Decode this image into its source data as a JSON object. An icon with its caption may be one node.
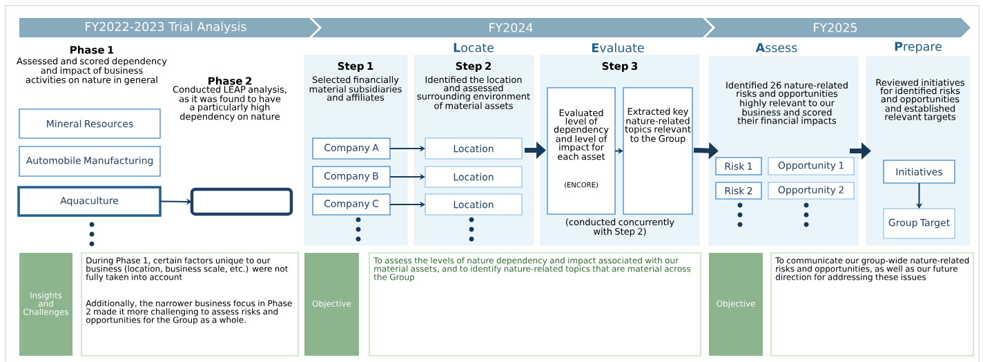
{
  "diagram": {
    "nodes": [
      {
        "text": [
          "FY2022-2023 Trial Analysis"
        ]
      },
      {
        "text": [
          "FY2024"
        ]
      },
      {
        "text": [
          "FY2025"
        ]
      },
      {
        "text": [
          "Mineral Resources"
        ]
      },
      {
        "text": [
          "Automobile Manufacturing"
        ]
      },
      {
        "text": [
          "Aquaculture"
        ]
      },
      {
        "text": [],
        "shape": "box"
      },
      {
        "text": [
          "Step 1",
          "Selected financially material subsidiaries and affiliates"
        ]
      },
      {
        "text": [
          "Company A"
        ],
        "in": 7
      },
      {
        "text": [
          "Company B"
        ],
        "in": 7
      },
      {
        "text": [
          "Company C"
        ],
        "in": 7
      },
      {
        "text": [
          "Step 2",
          "Identified the location and assessed surrounding environment of material assets"
        ]
      },
      {
        "text": [
          "Location"
        ],
        "in": 11
      },
      {
        "text": [
          "Location"
        ],
        "in": 11
      },
      {
        "text": [
          "Location"
        ],
        "in": 11
      },
      {
        "text": [
          "Step 3",
          "(conducted concurrently with Step 2)"
        ]
      },
      {
        "text": [
          "Evaluated level of dependency and level of impact for each asset",
          "(ENCORE)"
        ],
        "in": 15
      },
      {
        "text": [
          "Extracted key nature-related topics relevant to the Group"
        ],
        "in": 15
      },
      {
        "text": [
          "Identified 26 nature-related risks and opportunities highly relevant to our business and scored their financial impacts"
        ]
      },
      {
        "text": [
          "Risk 1"
        ],
        "in": 18
      },
      {
        "text": [
          "Opportunity 1"
        ],
        "in": 18
      },
      {
        "text": [
          "Risk 2"
        ],
        "in": 18
      },
      {
        "text": [
          "Opportunity 2"
        ],
        "in": 18
      },
      {
        "text": [
          "Reviewed initiatives for identified risks and opportunities and established relevant targets"
        ]
      },
      {
        "text": [
          "Initiatives"
        ],
        "in": 23
      },
      {
        "text": [
          "Group Target"
        ],
        "in": 23
      },
      {
        "text": [
          "Insights and Challenges"
        ]
      },
      {
        "text": [
          "During Phase 1, certain factors unique to our business (location, business scale, etc.) were not fully taken into account",
          "Additionally, the narrower business focus in Phase 2 made it more challenging to assess risks and opportunities for the Group as a whole."
        ]
      },
      {
        "text": [
          "Objective"
        ]
      },
      {
        "text": [
          "To assess the levels of nature dependency and impact associated with our material assets, and to identify nature-related topics that are material across the Group"
        ]
      },
      {
        "text": [
          "Objective"
        ]
      },
      {
        "text": [
          "To communicate our group-wide nature-related risks and opportunities, as well as our future direction for addressing these issues"
        ]
      }
    ],
    "edges": [
      {
        "from": 5,
        "to": 6,
        "arrow": "to"
      },
      {
        "from": 8,
        "to": 12,
        "arrow": "to"
      },
      {
        "from": 9,
        "to": 13,
        "arrow": "to"
      },
      {
        "from": 10,
        "to": 14,
        "arrow": "to"
      },
      {
        "from": 11,
        "to": 15,
        "arrow": "to",
        "style": "thick"
      },
      {
        "from": 16,
        "to": 17,
        "arrow": "to"
      },
      {
        "from": 15,
        "to": 18,
        "arrow": "to",
        "style": "thick"
      },
      {
        "from": 18,
        "to": 23,
        "arrow": "to",
        "style": "thick"
      },
      {
        "from": 24,
        "to": 25,
        "arrow": "to"
      }
    ],
    "labels": [
      "Phase 1",
      "Assessed and scored dependency and impact of business activities on nature in general",
      "Phase 2",
      "Conducted LEAP analysis, as it was found to have a particularly high dependency on nature",
      "**L**ocate",
      "**E**valuate",
      "**A**ssess",
      "**P**repare"
    ]
  }
}
